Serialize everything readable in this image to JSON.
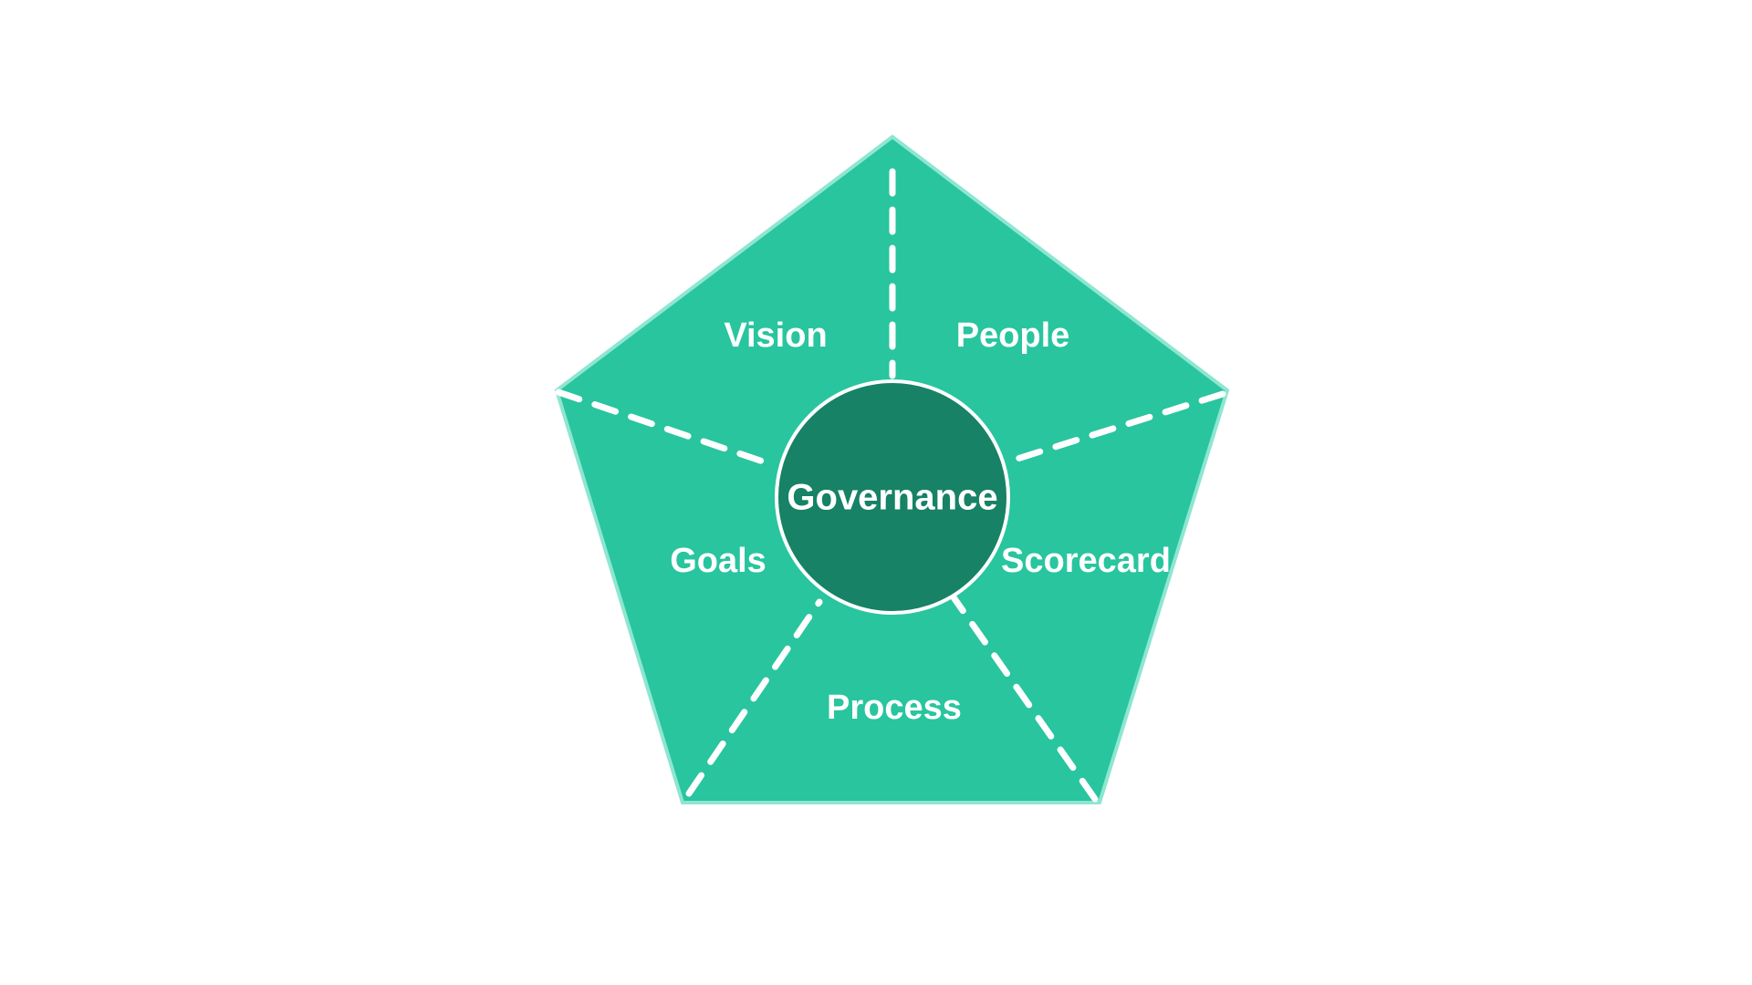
{
  "diagram": {
    "center": {
      "label": "Governance"
    },
    "segments": [
      {
        "id": "vision",
        "label": "Vision"
      },
      {
        "id": "people",
        "label": "People"
      },
      {
        "id": "scorecard",
        "label": "Scorecard"
      },
      {
        "id": "process",
        "label": "Process"
      },
      {
        "id": "goals",
        "label": "Goals"
      }
    ]
  },
  "colors": {
    "pentagon_fill": "#28c59f",
    "pentagon_stroke": "#8ee6d1",
    "center_fill": "#178265",
    "center_stroke": "#ffffff",
    "spoke": "#ffffff",
    "text": "#ffffff"
  }
}
